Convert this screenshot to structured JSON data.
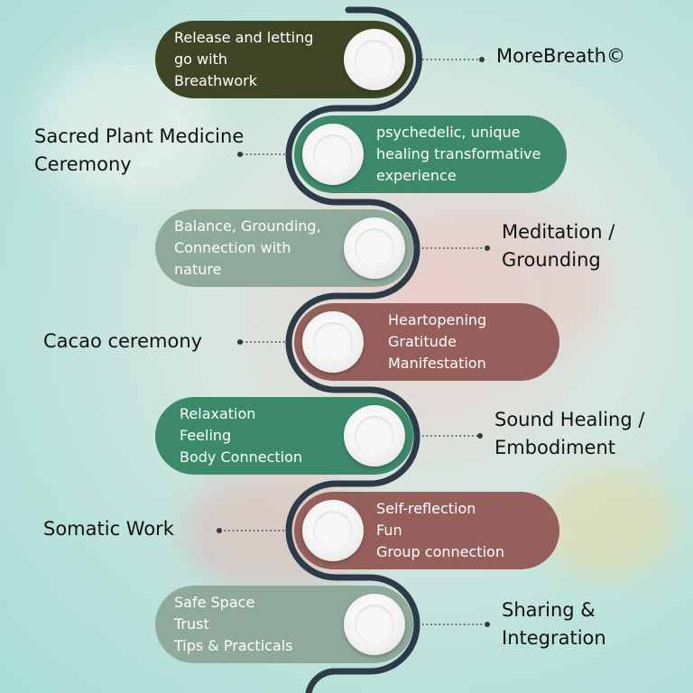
{
  "colors": {
    "dark_olive": "#3e4626",
    "green": "#3d8a6a",
    "sage": "#8fa99a",
    "rose": "#95605c",
    "path": "#2d3a48"
  },
  "stages": [
    {
      "name": "MoreBreath©",
      "lines": [
        "Release and letting",
        "go with",
        "Breathwork"
      ]
    },
    {
      "name_lines": [
        "Sacred Plant Medicine",
        "Ceremony"
      ],
      "lines": [
        "psychedelic, unique",
        "healing transformative",
        "experience"
      ]
    },
    {
      "name_lines": [
        "Meditation /",
        "Grounding"
      ],
      "lines": [
        "Balance, Grounding,",
        "Connection with",
        "nature"
      ]
    },
    {
      "name": "Cacao ceremony",
      "lines": [
        "Heartopening",
        "Gratitude",
        "Manifestation"
      ]
    },
    {
      "name_lines": [
        "Sound Healing /",
        "Embodiment"
      ],
      "lines": [
        "Relaxation",
        "Feeling",
        "Body Connection"
      ]
    },
    {
      "name": "Somatic Work",
      "lines": [
        "Self-reflection",
        "Fun",
        "Group connection"
      ]
    },
    {
      "name_lines": [
        "Sharing &",
        "Integration"
      ],
      "lines": [
        "Safe Space",
        "Trust",
        "Tips & Practicals"
      ]
    }
  ]
}
